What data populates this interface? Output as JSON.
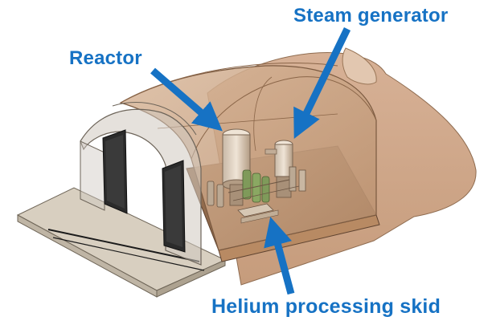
{
  "labels": {
    "reactor": "Reactor",
    "steam_generator": "Steam generator",
    "helium_processing_skid": "Helium processing skid"
  },
  "colors": {
    "label_blue": "#1672c4",
    "arrow_blue": "#1672c4",
    "dome_tan": "#c9a184",
    "dome_dark": "#a9835f",
    "slab": "#d8cfc0",
    "door": "#2b2b2b"
  }
}
